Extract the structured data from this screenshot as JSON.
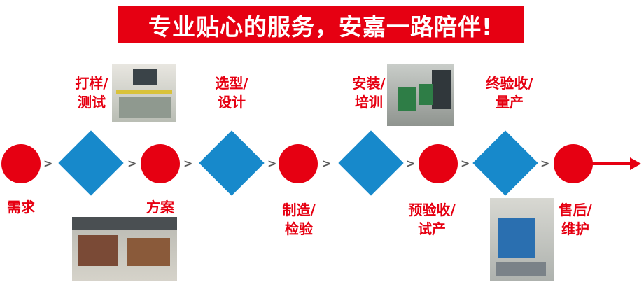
{
  "banner": {
    "text": "专业贴心的服务，安嘉一路陪伴!"
  },
  "flow": {
    "separator": ">",
    "steps": [
      {
        "id": "demand",
        "shape": "circle",
        "label": "需求",
        "label_pos": "below"
      },
      {
        "id": "sampling",
        "shape": "diamond",
        "label": "打样/\n测试",
        "label_pos": "above"
      },
      {
        "id": "solution",
        "shape": "circle",
        "label": "方案",
        "label_pos": "below"
      },
      {
        "id": "design",
        "shape": "diamond",
        "label": "选型/\n设计",
        "label_pos": "above"
      },
      {
        "id": "manufacture",
        "shape": "circle",
        "label": "制造/\n检验",
        "label_pos": "below"
      },
      {
        "id": "install",
        "shape": "diamond",
        "label": "安装/\n培训",
        "label_pos": "above"
      },
      {
        "id": "pre-acceptance",
        "shape": "circle",
        "label": "预验收/\n试产",
        "label_pos": "below"
      },
      {
        "id": "final-acceptance",
        "shape": "diamond",
        "label": "终验收/\n量产",
        "label_pos": "above"
      },
      {
        "id": "after-sales",
        "shape": "circle",
        "label": "售后/\n维护",
        "label_pos": "below"
      }
    ]
  },
  "photos": [
    {
      "name": "sampling-test-machine-photo"
    },
    {
      "name": "installation-training-photo"
    },
    {
      "name": "factory-workshop-photo"
    },
    {
      "name": "after-sales-machine-photo"
    }
  ],
  "colors": {
    "red": "#e60012",
    "blue": "#1789cb",
    "separator_gray": "#585858"
  }
}
